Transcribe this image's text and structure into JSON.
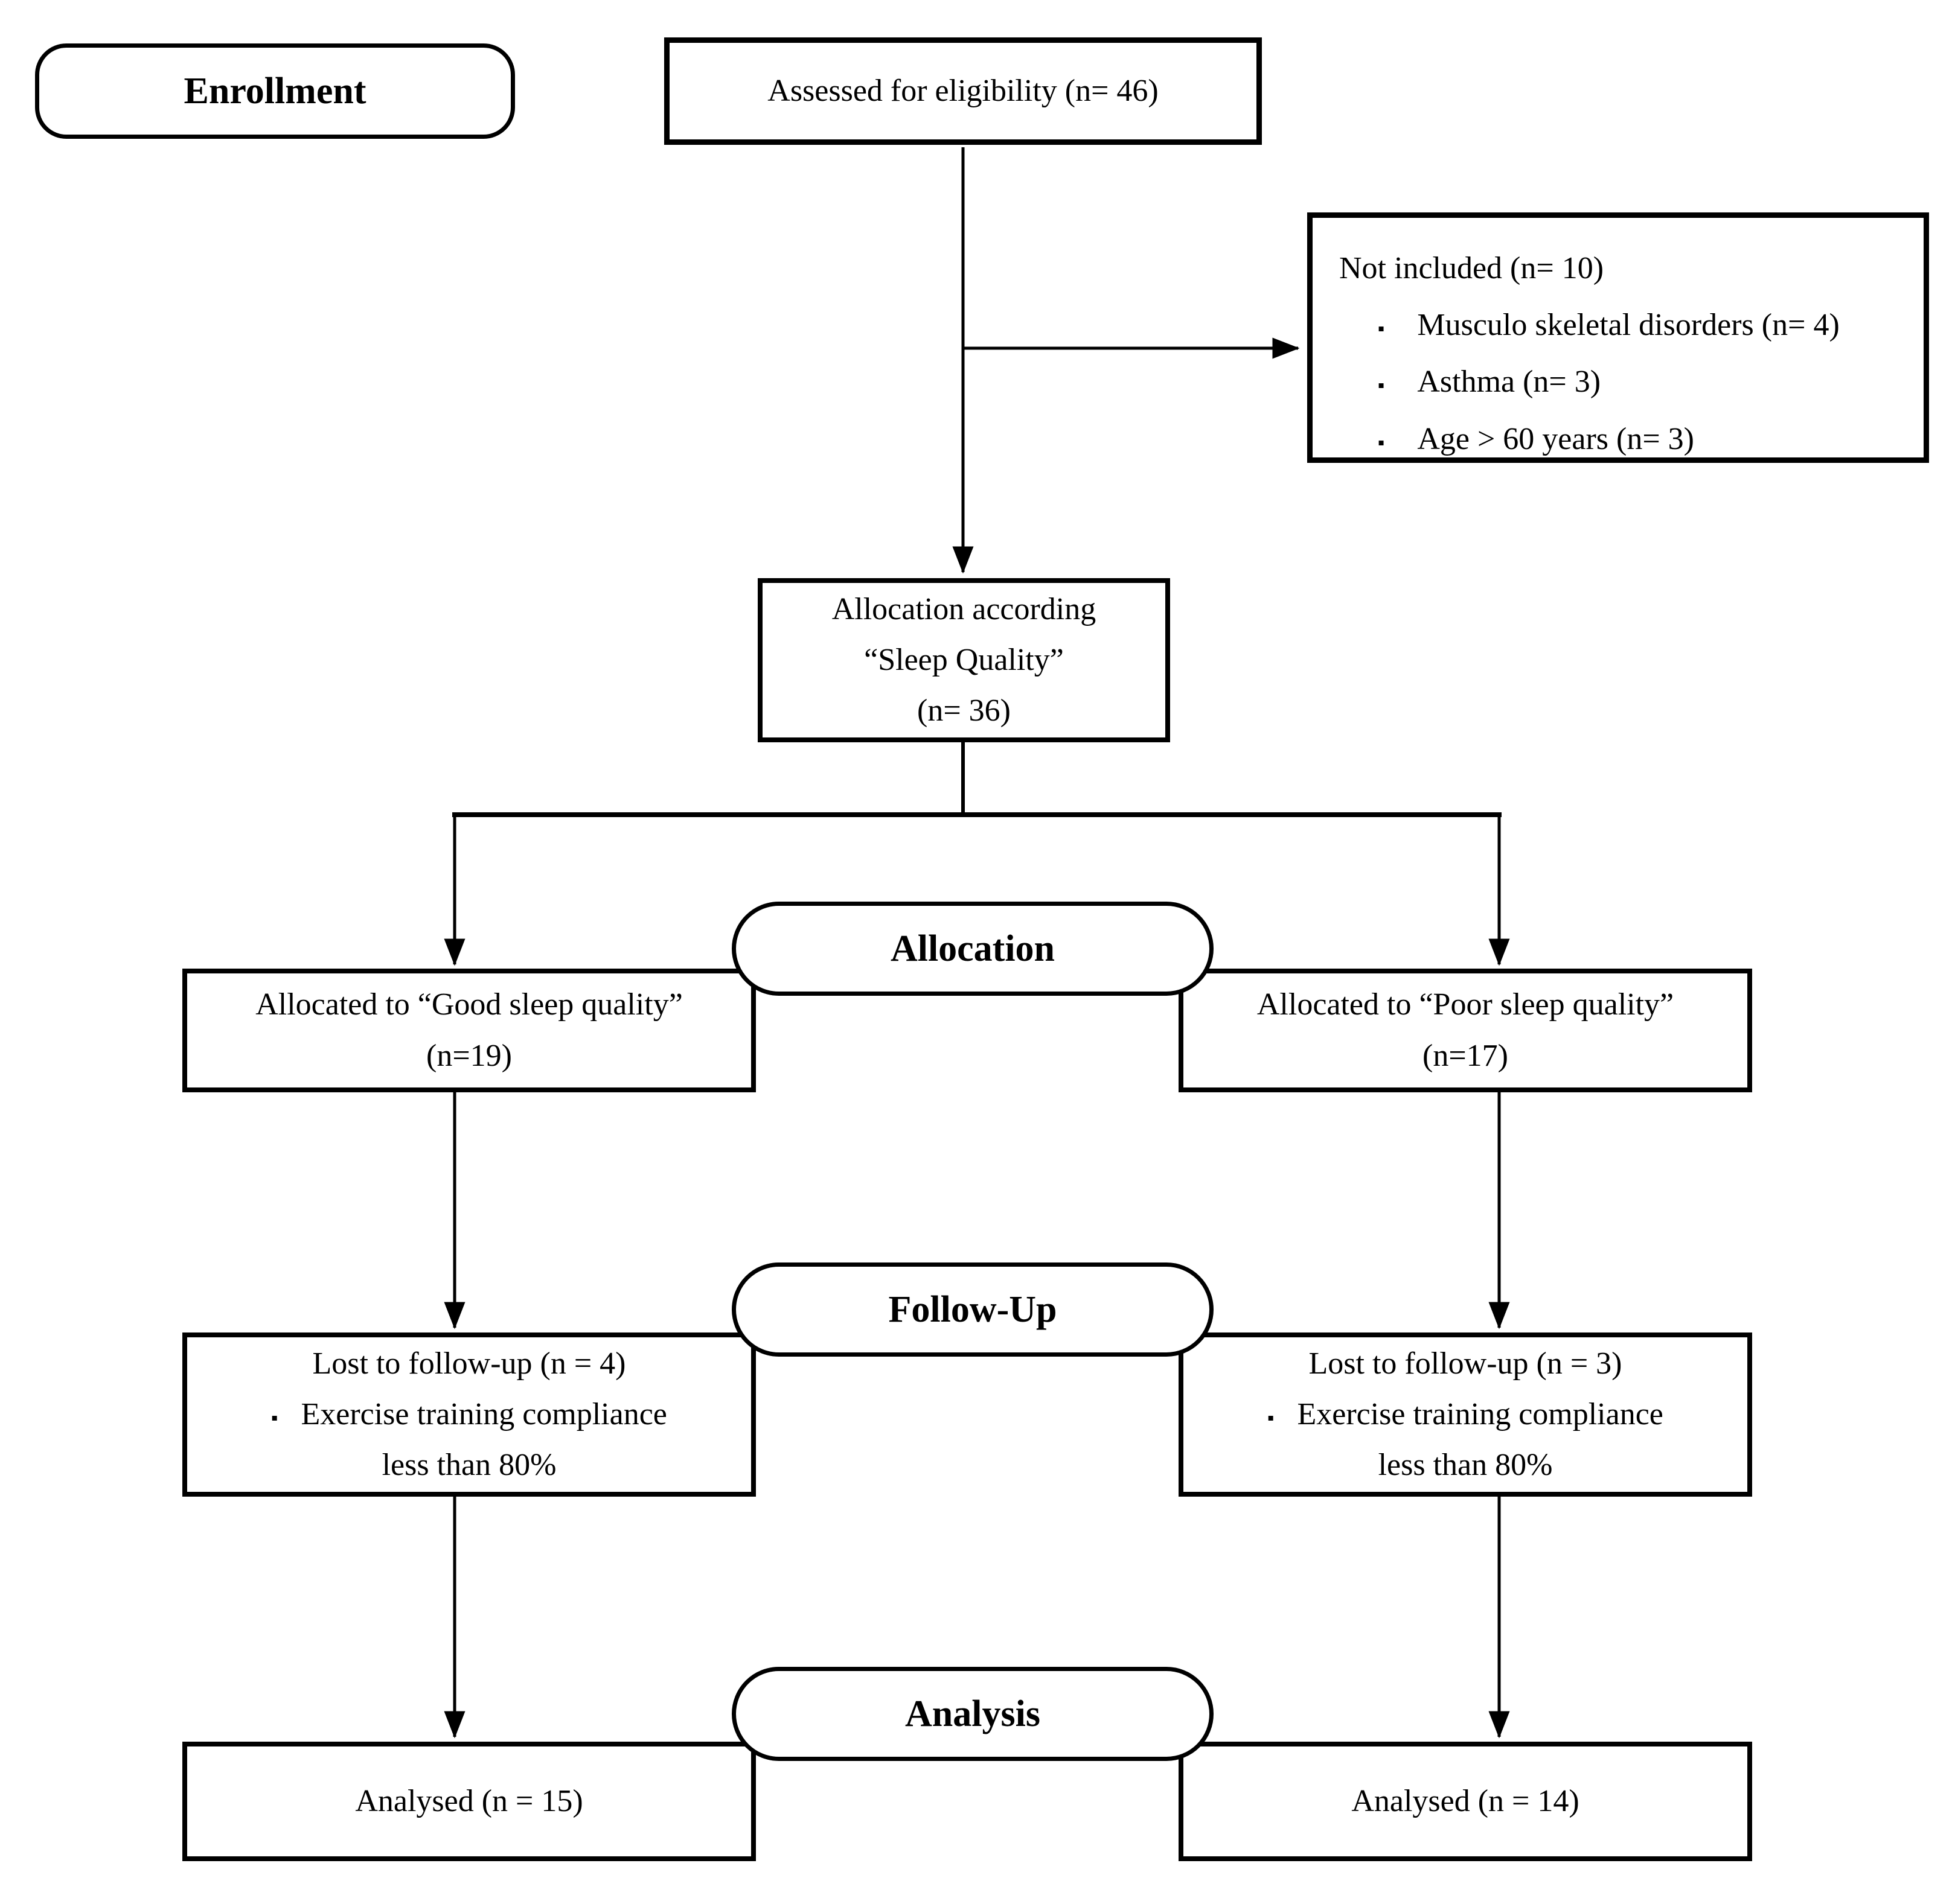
{
  "colors": {
    "line": "#000000",
    "box_border": "#000000",
    "background": "#ffffff"
  },
  "glyphs": {
    "bullet": "▪"
  },
  "stages": {
    "enrollment": "Enrollment",
    "allocation": "Allocation",
    "followup": "Follow-Up",
    "analysis": "Analysis"
  },
  "assessed": {
    "text": "Assessed for eligibility (n= 46)"
  },
  "not_included": {
    "title": "Not included (n= 10)",
    "items": [
      "Musculo skeletal disorders (n= 4)",
      "Asthma (n= 3)",
      "Age  > 60 years (n= 3)"
    ]
  },
  "allocation_according": {
    "line1": "Allocation according",
    "line2": "“Sleep Quality”",
    "line3": "(n= 36)"
  },
  "allocated_good": {
    "line1": "Allocated to “Good sleep quality”",
    "line2": "(n=19)"
  },
  "allocated_poor": {
    "line1": "Allocated to “Poor sleep quality”",
    "line2": "(n=17)"
  },
  "lost_good": {
    "line1": "Lost to follow-up (n = 4)",
    "bullet_text": "Exercise training compliance",
    "line3": "less than 80%"
  },
  "lost_poor": {
    "line1": "Lost to follow-up (n = 3)",
    "bullet_text": "Exercise training compliance",
    "line3": "less than 80%"
  },
  "analysed_good": {
    "text": "Analysed  (n = 15)"
  },
  "analysed_poor": {
    "text": "Analysed  (n = 14)"
  }
}
